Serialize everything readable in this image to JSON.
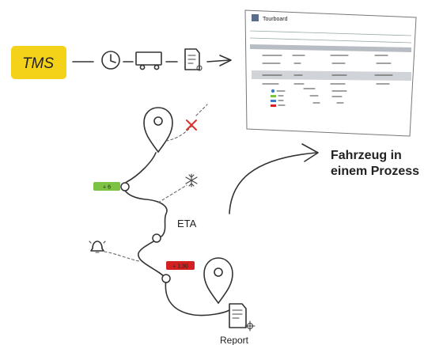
{
  "tms_label": "TMS",
  "dashboard_title": "Tourboard",
  "headline_line1": "Fahrzeug in",
  "headline_line2": "einem Prozess",
  "eta_label": "ETA",
  "report_label": "Report",
  "badge_early": "+ 6",
  "badge_late": "+ 1:30",
  "colors": {
    "tms_yellow": "#f5d21a",
    "early_green": "#7cc243",
    "late_red": "#d32020",
    "cancel_red": "#d9342b",
    "ink": "#333333"
  },
  "icons": [
    "clock-icon",
    "truck-icon",
    "document-gear-icon",
    "location-pin-icon",
    "x-icon",
    "snowflake-icon",
    "alarm-bell-icon"
  ]
}
